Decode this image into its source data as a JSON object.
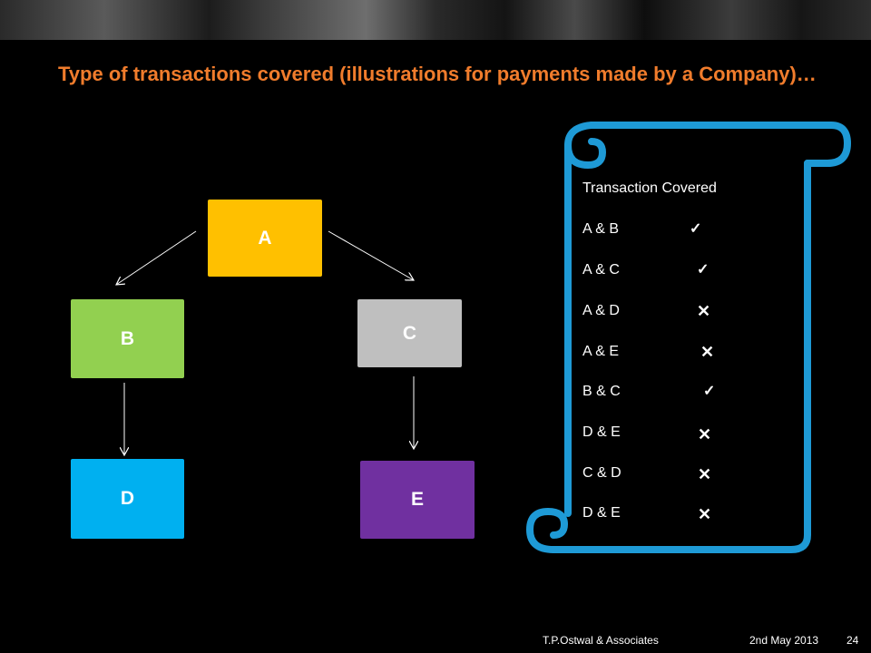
{
  "slide": {
    "title": "Type of transactions covered (illustrations for payments made by a Company)…"
  },
  "diagram": {
    "nodes": {
      "a": {
        "label": "A",
        "color": "#ffc000"
      },
      "b": {
        "label": "B",
        "color": "#92d050"
      },
      "c": {
        "label": "C",
        "color": "#bfbfbf"
      },
      "d": {
        "label": "D",
        "color": "#00b0f0"
      },
      "e": {
        "label": "E",
        "color": "#7030a0"
      }
    },
    "edges": [
      [
        "A",
        "B"
      ],
      [
        "A",
        "C"
      ],
      [
        "B",
        "D"
      ],
      [
        "C",
        "E"
      ]
    ]
  },
  "scroll": {
    "header": "Transaction Covered",
    "border_color": "#1e9ad6",
    "rows": [
      {
        "pair": "A & B",
        "mark": "✓",
        "covered": true
      },
      {
        "pair": "A & C",
        "mark": "✓",
        "covered": true
      },
      {
        "pair": "A & D",
        "mark": "✕",
        "covered": false
      },
      {
        "pair": "A & E",
        "mark": "✕",
        "covered": false
      },
      {
        "pair": "B & C",
        "mark": "✓",
        "covered": true
      },
      {
        "pair": "D & E",
        "mark": "✕",
        "covered": false
      },
      {
        "pair": "C & D",
        "mark": "✕",
        "covered": false
      },
      {
        "pair": "D & E",
        "mark": "✕",
        "covered": false
      }
    ]
  },
  "footer": {
    "company": "T.P.Ostwal & Associates",
    "date": "2nd May 2013",
    "page": "24"
  }
}
